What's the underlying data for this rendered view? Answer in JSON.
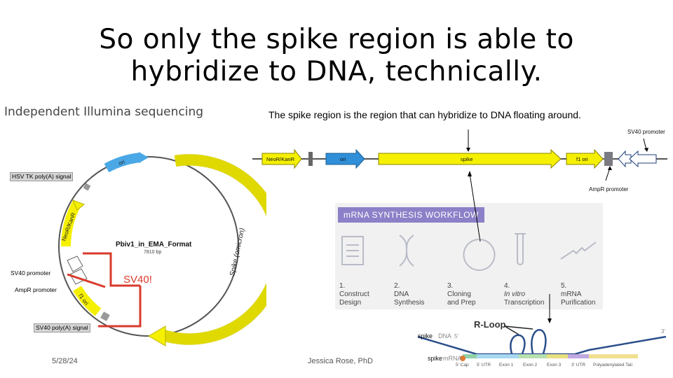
{
  "slide": {
    "title_line1": "So only the spike region is able to",
    "title_line2": "hybridize to DNA, technically.",
    "left_caption": "Independent Illumina sequencing",
    "right_caption": "The spike region is the region that can hybridize to DNA floating around.",
    "footer_date": "5/28/24",
    "footer_author": "Jessica Rose, PhD"
  },
  "plasmid_map": {
    "name": "Pbiv1_in_EMA_Format",
    "size": "7810 bp",
    "annotation": "SV40!",
    "labels": {
      "hsv_tk": "HSV TK poly(A) signal",
      "sv40_promoter": "SV40 promoter",
      "ampr_promoter": "AmpR promoter",
      "sv40_polya": "SV40 poly(A) signal",
      "ori": "ori",
      "neor": "NeoR/KanR",
      "f1_ori": "f1 ori",
      "spike": "Spike (omicron)"
    },
    "colors": {
      "spike": "#f5f000",
      "ori": "#4aa8e6",
      "neor": "#f5f000",
      "sv40": "#d93a2b"
    }
  },
  "linear_map": {
    "features": {
      "neor": "NeoR/KanR",
      "ori": "ori",
      "spike": "spike",
      "f1_ori": "f1 ori"
    },
    "sv40_promoter": "SV40 promoter",
    "ampr_promoter": "AmpR promoter"
  },
  "workflow": {
    "header": "mRNA SYNTHESIS WORKFLOW",
    "steps": [
      {
        "num": "1.",
        "line1": "Construct",
        "line2": "Design",
        "icon": "clipboard-icon"
      },
      {
        "num": "2.",
        "line1": "DNA",
        "line2": "Synthesis",
        "icon": "dna-helix-icon"
      },
      {
        "num": "3.",
        "line1": "Cloning",
        "line2": "and Prep",
        "icon": "circular-plasmid-icon"
      },
      {
        "num": "4.",
        "line1": "In vitro",
        "line2": "Transcription",
        "icon": "test-tube-icon"
      },
      {
        "num": "5.",
        "line1": "mRNA",
        "line2": "Purification",
        "icon": "mrna-strand-icon"
      }
    ]
  },
  "rloop": {
    "title": "R-Loop",
    "spike_dna_label": "spike",
    "dna_label": "DNA",
    "spike_mrna_label": "spike",
    "mrna_label": "mRNA",
    "five_prime": "5'",
    "three_prime": "3'",
    "segments": [
      "5' Cap",
      "5' UTR",
      "Exon 1",
      "Exon 2",
      "Exon 3",
      "3' UTR",
      "Polyadenylated Tail"
    ]
  }
}
